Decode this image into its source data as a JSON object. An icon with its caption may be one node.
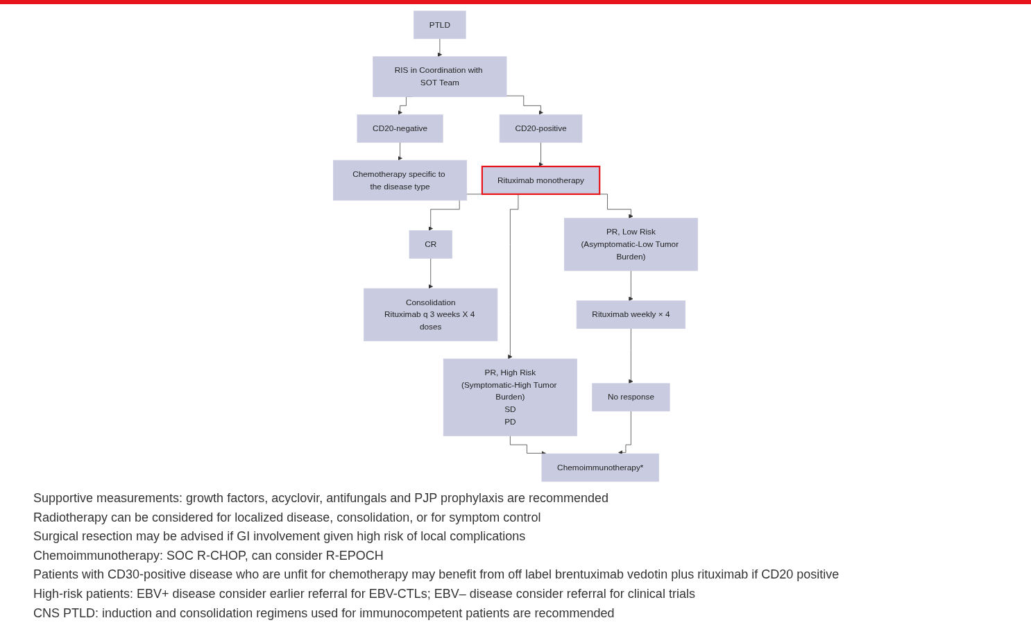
{
  "diagram": {
    "nodes": [
      {
        "text": [
          "PTLD"
        ]
      },
      {
        "text": [
          "RIS in Coordination with SOT Team"
        ]
      },
      {
        "text": [
          "CD20-positive"
        ]
      },
      {
        "text": [
          "CD20-negative"
        ]
      },
      {
        "text": [
          "Chemotherapy specific to the disease type"
        ]
      },
      {
        "text": [
          "Rituximab monotherapy"
        ]
      },
      {
        "text": [
          "CR"
        ]
      },
      {
        "text": [
          "Consolidation",
          "Rituximab q 3 weeks X 4 doses"
        ]
      },
      {
        "text": [
          "PR, Low Risk",
          "(Asymptomatic-Low Tumor Burden)"
        ]
      },
      {
        "text": [
          "PR, High Risk",
          "(Symptomatic-High Tumor Burden)",
          "SD",
          "PD"
        ]
      },
      {
        "text": [
          "Rituximab weekly × 4"
        ]
      },
      {
        "text": [
          "No response"
        ]
      },
      {
        "text": [
          "Chemoimmunotherapy*"
        ]
      }
    ],
    "edges": [
      {
        "from": 0,
        "to": 1,
        "arrow": "to"
      },
      {
        "from": 1,
        "to": 2,
        "arrow": "to"
      },
      {
        "from": 1,
        "to": 3,
        "arrow": "to"
      },
      {
        "from": 3,
        "to": 4,
        "arrow": "to"
      },
      {
        "from": 2,
        "to": 5,
        "arrow": "to"
      },
      {
        "from": 5,
        "to": 6,
        "arrow": "to"
      },
      {
        "from": 5,
        "to": 8,
        "arrow": "to"
      },
      {
        "from": 5,
        "to": 9,
        "arrow": "to"
      },
      {
        "from": 6,
        "to": 7,
        "arrow": "to"
      },
      {
        "from": 8,
        "to": 10,
        "arrow": "to"
      },
      {
        "from": 10,
        "to": 11,
        "arrow": "to"
      },
      {
        "from": 9,
        "to": 12,
        "arrow": "to"
      },
      {
        "from": 11,
        "to": 12,
        "arrow": "to"
      }
    ],
    "labels": [
      "Supportive measurements: growth factors, acyclovir, antifungals and PJP prophylaxis are recommended",
      "Radiotherapy can be considered for localized disease, consolidation, or for symptom control",
      "Surgical resection may be advised if GI involvement given high risk of local complications",
      "Chemoimmunotherapy: SOC R-CHOP, can consider R-EPOCH",
      "Patients with CD30-positive disease who are unfit for chemotherapy may benefit from off label brentuximab vedotin plus rituximab if CD20 positive",
      "High-risk patients: EBV+ disease consider earlier referral for EBV-CTLs; EBV– disease consider referral for clinical trials",
      "CNS PTLD: induction and consolidation regimens used for immunocompetent patients are recommended"
    ]
  }
}
